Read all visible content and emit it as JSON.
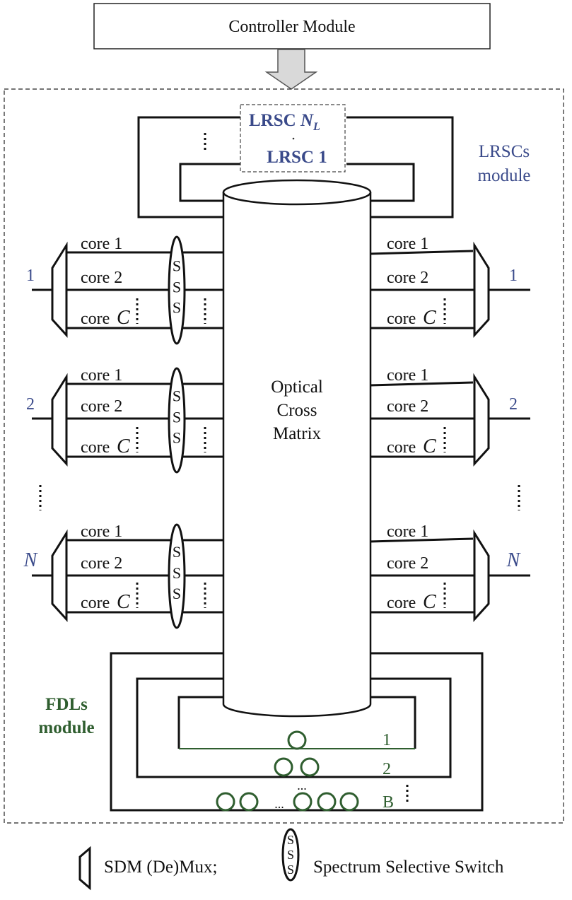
{
  "controller": {
    "label": "Controller Module"
  },
  "lrsc": {
    "top_label": "LRSC",
    "top_sub": "N",
    "top_subscript": "L",
    "bottom_label": "LRSC 1",
    "module_line1": "LRSCs",
    "module_line2": "module"
  },
  "matrix": {
    "line1": "Optical",
    "line2": "Cross",
    "line3": "Matrix"
  },
  "ports": {
    "labels": [
      "1",
      "2",
      "N"
    ],
    "core1": "core 1",
    "core2": "core 2",
    "coreC_prefix": "core",
    "coreC_var": "C",
    "sss_letter": "S"
  },
  "fdl": {
    "module_line1": "FDLs",
    "module_line2": "module",
    "row_labels": [
      "1",
      "2",
      "B"
    ],
    "ellipsis": "..."
  },
  "legend": {
    "mux": "SDM (De)Mux;",
    "sss": "Spectrum Selective Switch",
    "sss_letter": "S"
  },
  "colors": {
    "blue": "#3a4a8a",
    "green": "#2f5e2f",
    "arrow_fill": "#d9d9d9"
  }
}
